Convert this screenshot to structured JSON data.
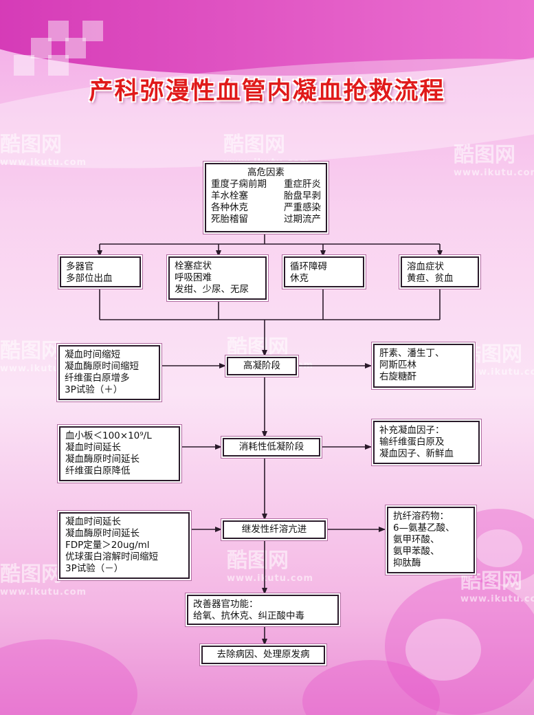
{
  "title": "产科弥漫性血管内凝血抢救流程",
  "watermark": {
    "brand": "酷图网",
    "url": "www.ikutu.com"
  },
  "colors": {
    "title": "#e01a1a",
    "box_border": "#2a1a2a",
    "line": "#2a1a2a"
  },
  "nodes": {
    "risk": {
      "heading": "高危因素",
      "pairs": [
        [
          "重度子痫前期",
          "重症肝炎"
        ],
        [
          "羊水栓塞",
          "胎盘早剥"
        ],
        [
          "各种休克",
          "严重感染"
        ],
        [
          "死胎稽留",
          "过期流产"
        ]
      ]
    },
    "symptoms": [
      {
        "lines": [
          "多器官",
          "多部位出血"
        ]
      },
      {
        "lines": [
          "栓塞症状",
          "呼吸困难",
          "发绀、少尿、无尿"
        ]
      },
      {
        "lines": [
          "循环障碍",
          "休克"
        ]
      },
      {
        "lines": [
          "溶血症状",
          "黄疸、贫血"
        ]
      }
    ],
    "stage1": {
      "label": "高凝阶段"
    },
    "stage1_tests": {
      "lines": [
        "凝血时间缩短",
        "凝血酶原时间缩短",
        "纤维蛋白原增多",
        "3P试验（＋）"
      ]
    },
    "stage1_treat": {
      "lines": [
        "肝素、潘生丁、",
        "阿斯匹林",
        "右旋糖酐"
      ]
    },
    "stage2": {
      "label": "消耗性低凝阶段"
    },
    "stage2_tests": {
      "lines": [
        "血小板＜100×10⁹/L",
        "凝血时间延长",
        "凝血酶原时间延长",
        "纤维蛋白原降低"
      ]
    },
    "stage2_treat": {
      "lines": [
        "补充凝血因子：",
        "输纤维蛋白原及",
        "凝血因子、新鲜血"
      ]
    },
    "stage3": {
      "label": "继发性纤溶亢进"
    },
    "stage3_tests": {
      "lines": [
        "凝血时间延长",
        "凝血酶原时间延长",
        "FDP定量＞20ug/ml",
        "优球蛋白溶解时间缩短",
        "3P试验（－）"
      ]
    },
    "stage3_treat": {
      "lines": [
        "抗纤溶药物：",
        "6—氨基乙酸、",
        "氨甲环酸、",
        "氨甲苯酸、",
        "抑肽酶"
      ]
    },
    "organ": {
      "lines": [
        "改善器官功能：",
        "给氧、抗休克、纠正酸中毒"
      ]
    },
    "cause": {
      "label": "去除病因、处理原发病"
    }
  }
}
